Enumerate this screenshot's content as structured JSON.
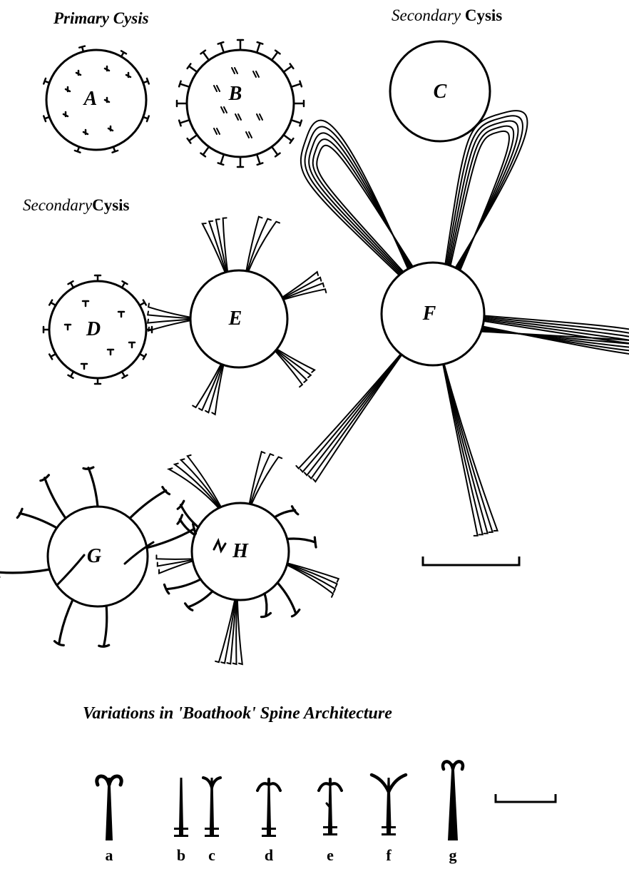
{
  "headings": {
    "primary": {
      "w1": "Primary",
      "w2": "Cysis"
    },
    "secondary_top": {
      "w1": "Secondary",
      "w2": "Cysis"
    },
    "secondary_left": {
      "w1": "Secondary",
      "w2": "Cysis"
    },
    "variations": "Variations in 'Boathook' Spine Architecture"
  },
  "cysts": {
    "A": "A",
    "B": "B",
    "C": "C",
    "D": "D",
    "E": "E",
    "F": "F",
    "G": "G",
    "H": "H"
  },
  "spines": {
    "a": "a",
    "b": "b",
    "c": "c",
    "d": "d",
    "e": "e",
    "f": "f",
    "g": "g"
  }
}
